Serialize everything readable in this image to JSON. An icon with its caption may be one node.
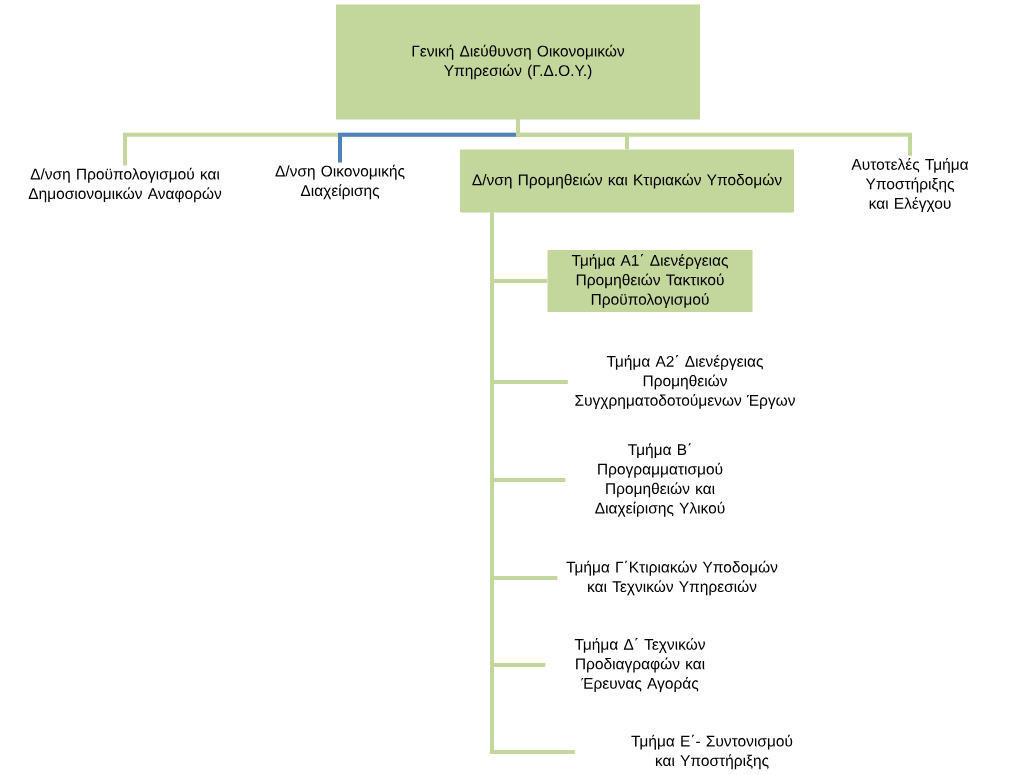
{
  "diagram": {
    "nodes": [
      {
        "text": [
          "Γενική Διεύθυνση Οικονομικών Υπηρεσιών (Γ.Δ.Ο.Υ.)"
        ]
      },
      {
        "text": [
          "Δ/νση Προϋπολογισμού και Δημοσιονομικών Αναφορών"
        ]
      },
      {
        "text": [
          "Δ/νση Οικονομικής Διαχείρισης"
        ]
      },
      {
        "text": [
          "Δ/νση Προμηθειών και Κτιριακών Υποδομών"
        ]
      },
      {
        "text": [
          "Αυτοτελές Τμήμα Υποστήριξης και Ελέγχου"
        ]
      },
      {
        "text": [
          "Τμήμα Α1΄ Διενέργειας Προμηθειών Τακτικού Προϋπολογισμού"
        ]
      },
      {
        "text": [
          "Τμήμα Α2΄ Διενέργειας Προμηθειών Συγχρηματοδοτούμενων Έργων"
        ]
      },
      {
        "text": [
          "Τμήμα Β΄ Προγραμματισμού Προμηθειών και Διαχείρισης Υλικού"
        ]
      },
      {
        "text": [
          "Τμήμα Γ΄Κτιριακών Υποδομών και Τεχνικών Υπηρεσιών"
        ]
      },
      {
        "text": [
          "Τμήμα Δ΄ Τεχνικών Προδιαγραφών και Έρευνας Αγοράς"
        ]
      },
      {
        "text": [
          "Τμήμα  Ε΄- Συντονισμού και Υποστήριξης"
        ]
      }
    ],
    "edges": [
      {
        "from": 0,
        "to": 1,
        "arrow": "none"
      },
      {
        "from": 0,
        "to": 2,
        "arrow": "none",
        "color": "#4f81bd"
      },
      {
        "from": 0,
        "to": 3,
        "arrow": "none"
      },
      {
        "from": 0,
        "to": 4,
        "arrow": "none"
      },
      {
        "from": 3,
        "to": 5,
        "arrow": "none"
      },
      {
        "from": 3,
        "to": 6,
        "arrow": "none"
      },
      {
        "from": 3,
        "to": 7,
        "arrow": "none"
      },
      {
        "from": 3,
        "to": 8,
        "arrow": "none"
      },
      {
        "from": 3,
        "to": 9,
        "arrow": "none"
      },
      {
        "from": 3,
        "to": 10,
        "arrow": "none"
      }
    ]
  }
}
